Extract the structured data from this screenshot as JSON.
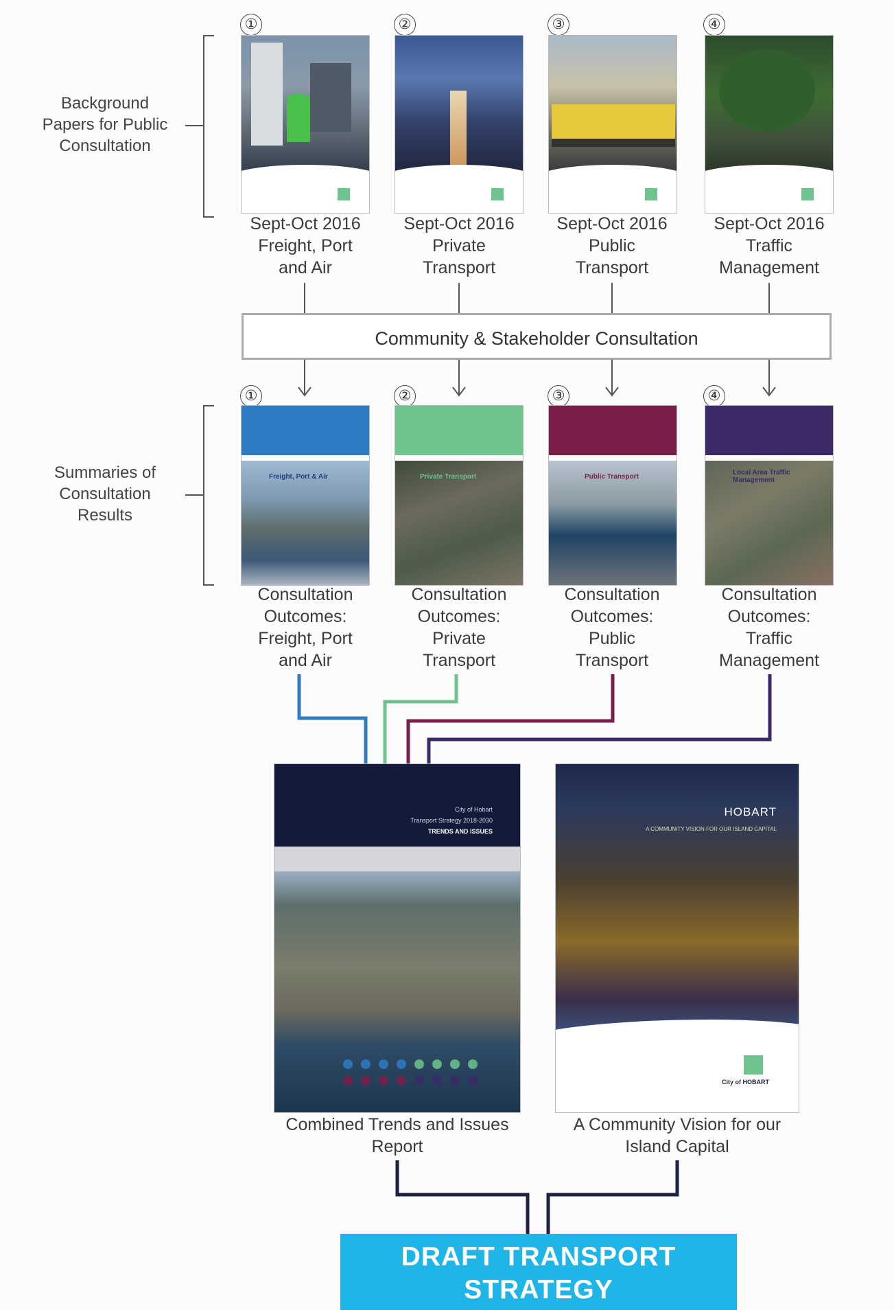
{
  "side_labels": {
    "background": [
      "Background",
      "Papers for Public",
      "Consultation"
    ],
    "summaries": [
      "Summaries of",
      "Consultation",
      "Results"
    ]
  },
  "numbers": [
    "①",
    "②",
    "③",
    "④"
  ],
  "background_papers": [
    {
      "lines": [
        "Sept-Oct 2016",
        "Freight, Port",
        "and Air"
      ]
    },
    {
      "lines": [
        "Sept-Oct 2016",
        "Private",
        "Transport"
      ]
    },
    {
      "lines": [
        "Sept-Oct 2016",
        "Public",
        "Transport"
      ]
    },
    {
      "lines": [
        "Sept-Oct 2016",
        "Traffic",
        "Management"
      ]
    }
  ],
  "consultation_box": "Community & Stakeholder Consultation",
  "summaries": [
    {
      "lines": [
        "Consultation",
        "Outcomes:",
        "Freight, Port",
        "and Air"
      ],
      "color": "#2f7bc1",
      "cover_title": "Freight, Port & Air"
    },
    {
      "lines": [
        "Consultation",
        "Outcomes:",
        "Private",
        "Transport"
      ],
      "color": "#6fc38e",
      "cover_title": "Private Transport"
    },
    {
      "lines": [
        "Consultation",
        "Outcomes:",
        "Public",
        "Transport"
      ],
      "color": "#7a1f4a",
      "cover_title": "Public Transport"
    },
    {
      "lines": [
        "Consultation",
        "Outcomes:",
        "Traffic",
        "Management"
      ],
      "color": "#3b2a66",
      "cover_title": "Local Area Traffic Management"
    }
  ],
  "reports": [
    {
      "lines": [
        "Combined Trends and Issues",
        "Report"
      ],
      "cover_lines": [
        "City of Hobart",
        "Transport Strategy 2018-2030",
        "TRENDS AND ISSUES"
      ]
    },
    {
      "lines": [
        "A Community Vision for our",
        "Island Capital"
      ],
      "cover_lines": [
        "HOBART",
        "A COMMUNITY VISION FOR OUR ISLAND CAPITAL"
      ],
      "logo_text": "City of HOBART"
    }
  ],
  "draft": [
    "DRAFT TRANSPORT",
    "STRATEGY"
  ],
  "colors": {
    "draft_bg": "#1fb5e7",
    "dark_line": "#1d2144"
  }
}
